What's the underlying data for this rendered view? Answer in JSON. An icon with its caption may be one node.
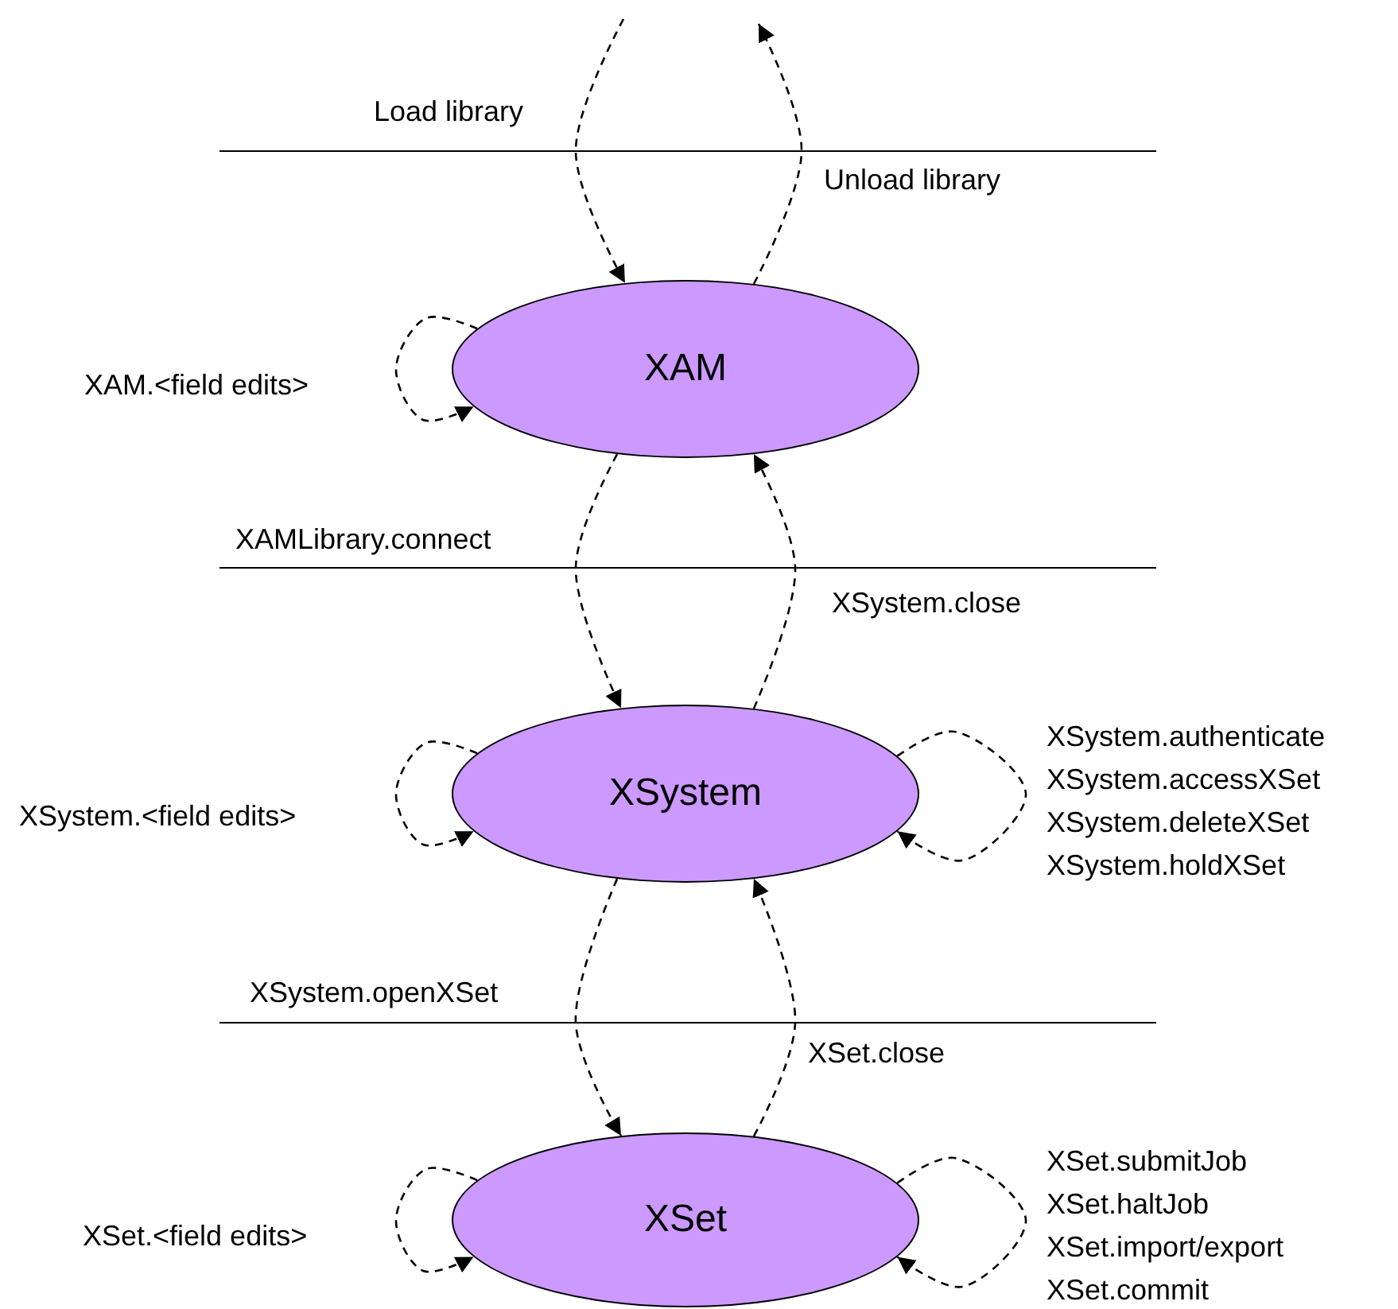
{
  "diagram": {
    "nodes": [
      {
        "text": [
          "XAM"
        ]
      },
      {
        "text": [
          "XSystem"
        ]
      },
      {
        "text": [
          "XSet"
        ]
      }
    ],
    "edges": [
      {
        "from": null,
        "to": 0,
        "arrow": "to",
        "label": "Load library",
        "style": "dashed"
      },
      {
        "from": 0,
        "to": null,
        "arrow": "to",
        "label": "Unload library",
        "style": "dashed"
      },
      {
        "from": 0,
        "to": 0,
        "arrow": "to",
        "label": "XAM.<field edits>",
        "style": "dashed"
      },
      {
        "from": 0,
        "to": 1,
        "arrow": "to",
        "label": "XAMLibrary.connect",
        "style": "dashed"
      },
      {
        "from": 1,
        "to": 0,
        "arrow": "to",
        "label": "XSystem.close",
        "style": "dashed"
      },
      {
        "from": 1,
        "to": 1,
        "arrow": "to",
        "label": "XSystem.<field edits>",
        "style": "dashed"
      },
      {
        "from": 1,
        "to": 1,
        "arrow": "to",
        "label": "XSystem.authenticate XSystem.accessXSet XSystem.deleteXSet XSystem.holdXSet",
        "style": "dashed"
      },
      {
        "from": 1,
        "to": 2,
        "arrow": "to",
        "label": "XSystem.openXSet",
        "style": "dashed"
      },
      {
        "from": 2,
        "to": 1,
        "arrow": "to",
        "label": "XSet.close",
        "style": "dashed"
      },
      {
        "from": 2,
        "to": 2,
        "arrow": "to",
        "label": "XSet.<field edits>",
        "style": "dashed"
      },
      {
        "from": 2,
        "to": 2,
        "arrow": "to",
        "label": "XSet.submitJob XSet.haltJob XSet.import/export XSet.commit",
        "style": "dashed"
      }
    ]
  }
}
